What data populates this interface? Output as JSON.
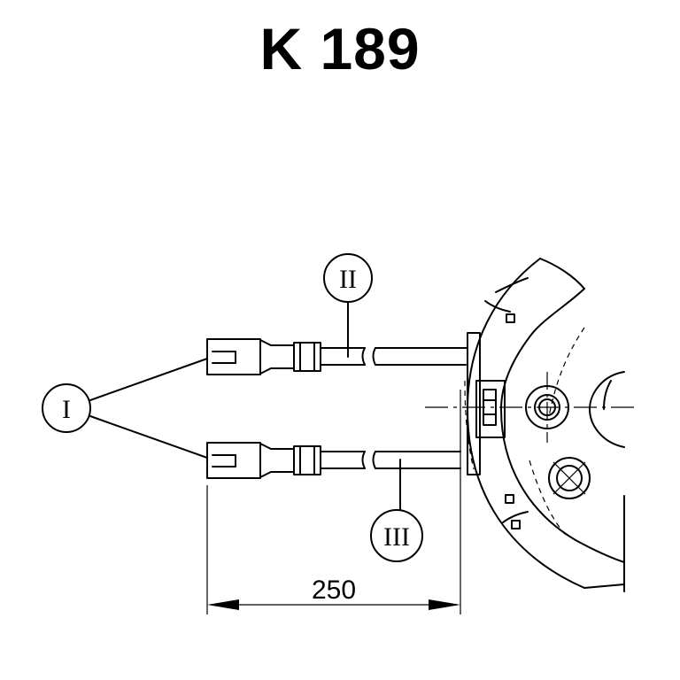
{
  "title": "K 189",
  "callouts": {
    "connector": "I",
    "upper_cable": "II",
    "lower_cable": "III"
  },
  "dimension": {
    "length": "250"
  }
}
